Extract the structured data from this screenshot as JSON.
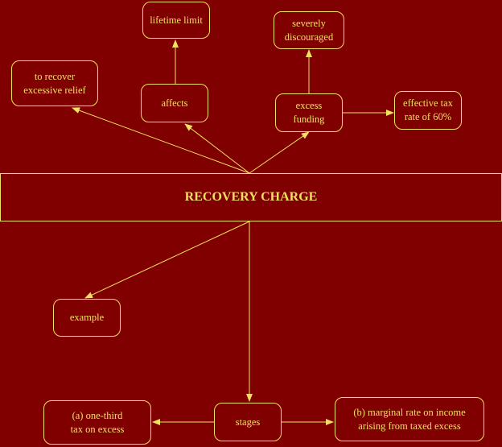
{
  "colors": {
    "background": "#800000",
    "line": "#f0e060",
    "text": "#f0e060"
  },
  "central": "RECOVERY CHARGE",
  "nodes": {
    "recover": "to recover\nexcessive relief",
    "affects": "affects",
    "lifetime": "lifetime limit",
    "excess": "excess\nfunding",
    "discouraged": "severely\ndiscouraged",
    "effective": "effective tax\nrate of 60%",
    "example": "example",
    "stages": "stages",
    "onethird": "(a) one-third\ntax on excess",
    "marginal": "(b) marginal rate on income\narising from taxed excess"
  }
}
